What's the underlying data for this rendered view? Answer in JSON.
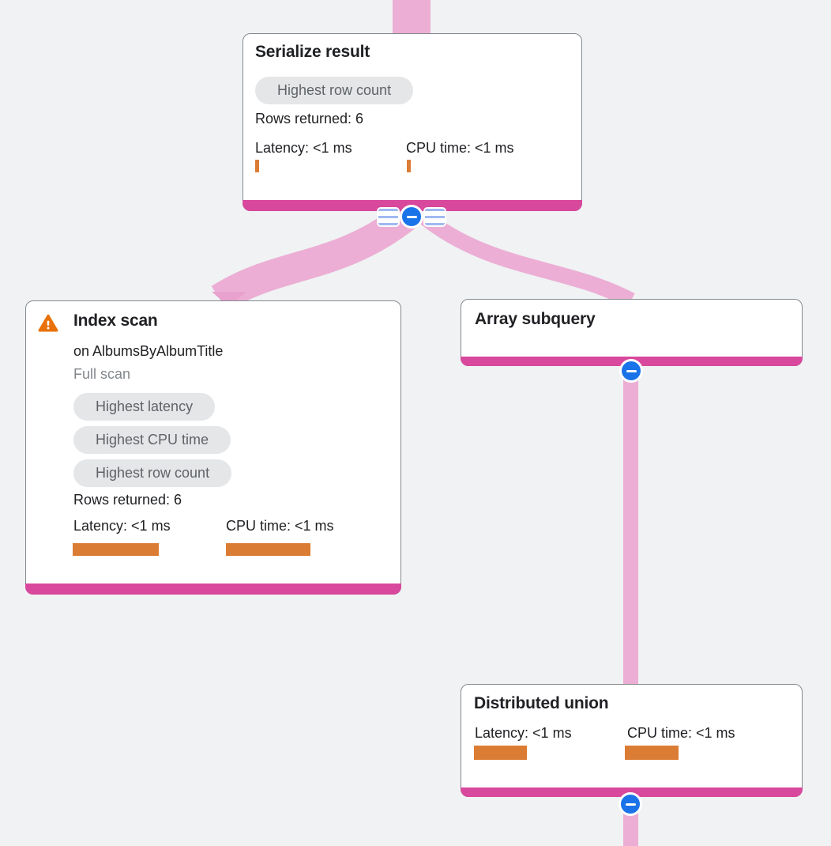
{
  "view": {
    "name": "Query plan visualizer",
    "background": "#f0f2f4"
  },
  "colors": {
    "node_accent_pink": "#d8489c",
    "edge_pink": "#ecaed4",
    "edge_arrow_pink": "#e9a2cd",
    "bar_orange": "#db7c35",
    "warning_orange": "#e8710a",
    "collapse_button_blue": "#1a73e8",
    "badge_background": "#e5e6e8",
    "badge_text": "#5f6368",
    "card_border": "#85898e",
    "muted_text": "#82878c"
  },
  "icons": {
    "warning": "warning-triangle",
    "collapse": "minus-circle"
  },
  "nodes": {
    "serialize": {
      "title": "Serialize result",
      "badge": "Highest row count",
      "rows_returned": "Rows returned: 6",
      "latency": "Latency: <1 ms",
      "cpu_time": "CPU time: <1 ms"
    },
    "index_scan": {
      "title": "Index scan",
      "subtitle": "on AlbumsByAlbumTitle",
      "scan_mode": "Full scan",
      "badges": [
        "Highest latency",
        "Highest CPU time",
        "Highest row count"
      ],
      "rows_returned": "Rows returned: 6",
      "latency": "Latency: <1 ms",
      "cpu_time": "CPU time: <1 ms"
    },
    "array_subquery": {
      "title": "Array subquery"
    },
    "distributed_union": {
      "title": "Distributed union",
      "latency": "Latency: <1 ms",
      "cpu_time": "CPU time: <1 ms"
    }
  }
}
